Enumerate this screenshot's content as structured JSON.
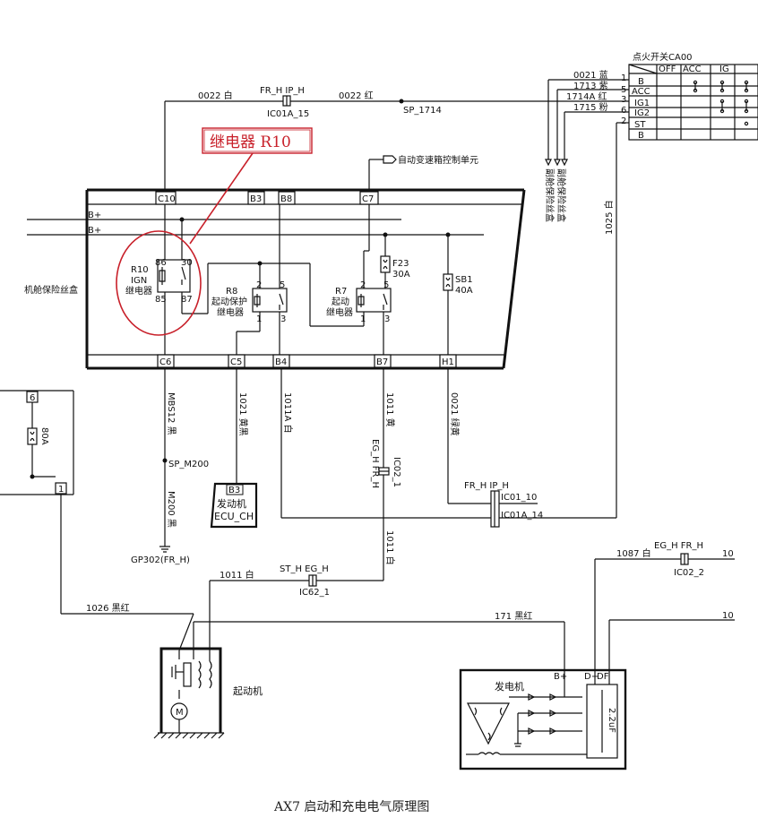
{
  "caption": "AX7 启动和充电电气原理图",
  "callout": "继电器 R10",
  "ignition_switch": {
    "title": "点火开关CA00",
    "cols": [
      "OFF",
      "ACC",
      "IG"
    ],
    "rows": [
      "B",
      "ACC",
      "IG1",
      "IG2",
      "ST",
      "B"
    ],
    "pins": [
      "1",
      "5",
      "3",
      "6",
      "2"
    ],
    "wires": [
      "0021 蓝",
      "1713 紫",
      "1714A 红",
      "1715 粉"
    ]
  },
  "top_wires": {
    "w0022_white": "0022 白",
    "w0022_red": "0022 红",
    "conn_fr_ip": "FR_H  IP_H",
    "conn_id": "IC01A_15",
    "splice": "SP_1714",
    "to_tcu": "自动变速箱控制单元",
    "fuse_a": "副舱保险丝盒",
    "fuse_b": "副舱保险丝盒",
    "w1025": "1025 白"
  },
  "fuse_box": {
    "label": "机舱保险丝盒",
    "bplus1": "B+",
    "bplus2": "B+",
    "top_pins": [
      "C10",
      "B3",
      "B8",
      "C7"
    ],
    "bottom_pins": [
      "C6",
      "C5",
      "B4",
      "B7",
      "H1"
    ],
    "r10": {
      "id": "R10",
      "name1": "IGN",
      "name2": "继电器",
      "p86": "86",
      "p30": "30",
      "p85": "85",
      "p87": "87"
    },
    "r8": {
      "id": "R8",
      "name1": "起动保护",
      "name2": "继电器",
      "p2": "2",
      "p5": "5",
      "p1": "1",
      "p3": "3"
    },
    "r7": {
      "id": "R7",
      "name1": "起动",
      "name2": "继电器",
      "p2": "2",
      "p5": "5",
      "p1": "1",
      "p3": "3"
    },
    "f23": {
      "id": "F23",
      "rating": "30A"
    },
    "sb1": {
      "id": "SB1",
      "rating": "40A"
    }
  },
  "left_box": {
    "pin_top": "6",
    "fuse": "80A",
    "pin_bottom": "1"
  },
  "lower_wires": {
    "mbs12": "MBS12 黑",
    "w1021": "1021 黄黑",
    "w1011a": "1011A 白",
    "w1011_yellow": "1011 黄",
    "w0021": "0021 绿黄",
    "sp_m200": "SP_M200",
    "m200": "M200 黑",
    "gp302": "GP302(FR_H)",
    "ecu_pin": "B3",
    "ecu_1": "发动机",
    "ecu_2": "ECU_CH",
    "eg_fr": "EG_H  FR_H",
    "ic02_1": "IC02_1",
    "fr_ip2": "FR_H  IP_H",
    "ic01_10": "IC01_10",
    "ic01a_14": "IC01A_14",
    "w1011_white_v": "1011 白",
    "w1011_white_h": "1011 白",
    "st_eg": "ST_H  EG_H",
    "ic62_1": "IC62_1",
    "w1026": "1026 黑红",
    "w171": "171 黑红",
    "w1087": "1087 白",
    "eg_fr2": "EG_H  FR_H",
    "ic02_2": "IC02_2",
    "edge10a": "10",
    "edge10b": "10"
  },
  "starter": {
    "label": "起动机",
    "motor": "M"
  },
  "alternator": {
    "label": "发电机",
    "bplus": "B+",
    "dplus": "D+",
    "df": "DF",
    "cap": "2.2uF"
  }
}
